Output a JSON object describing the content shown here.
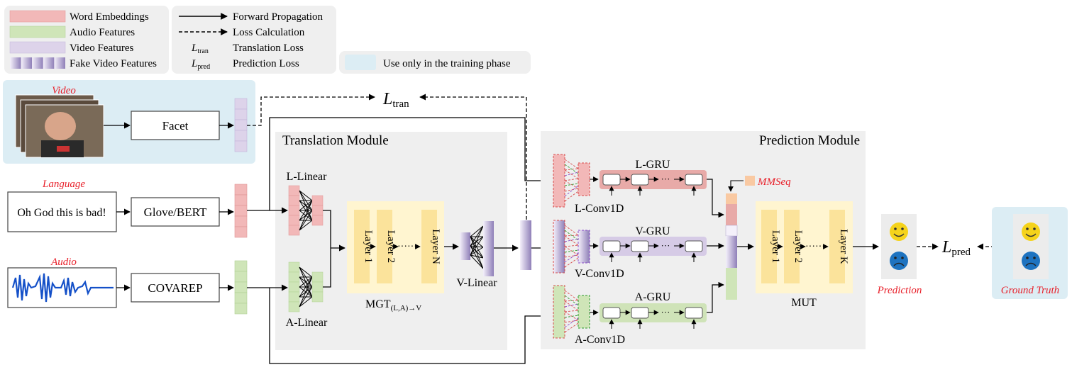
{
  "legend": {
    "word_embeddings": "Word Embeddings",
    "audio_features": "Audio Features",
    "video_features": "Video Features",
    "fake_video_features": "Fake Video Features",
    "forward_propagation": "Forward Propagation",
    "loss_calculation": "Loss Calculation",
    "l_tran_symbol": "L",
    "l_tran_sub": "tran",
    "translation_loss": "Translation Loss",
    "l_pred_symbol": "L",
    "l_pred_sub": "pred",
    "prediction_loss": "Prediction Loss",
    "training_only": "Use only in the training phase"
  },
  "inputs": {
    "video_label": "Video",
    "language_label": "Language",
    "audio_label": "Audio",
    "language_text": "Oh God this is bad!"
  },
  "extractors": {
    "facet": "Facet",
    "glove": "Glove/BERT",
    "covarep": "COVAREP"
  },
  "loss_tran": {
    "symbol": "L",
    "sub": "tran"
  },
  "loss_pred": {
    "symbol": "L",
    "sub": "pred"
  },
  "translation": {
    "title": "Translation Module",
    "l_linear": "L-Linear",
    "a_linear": "A-Linear",
    "v_linear": "V-Linear",
    "layer1": "Layer 1",
    "layer2": "Layer 2",
    "layerN": "Layer N",
    "mgt_main": "MGT",
    "mgt_sub": "(L,A)→V",
    "dots": "······"
  },
  "prediction": {
    "title": "Prediction Module",
    "l_gru": "L-GRU",
    "v_gru": "V-GRU",
    "a_gru": "A-GRU",
    "l_conv": "L-Conv1D",
    "v_conv": "V-Conv1D",
    "a_conv": "A-Conv1D",
    "mmseq": "MMSeq",
    "layer1": "Layer 1",
    "layer2": "Layer 2",
    "layerK": "Layer K",
    "mut": "MUT",
    "gru_dots": "···",
    "dots": "······"
  },
  "outputs": {
    "prediction": "Prediction",
    "ground_truth": "Ground Truth"
  },
  "colors": {
    "word": "#f2b8b8",
    "audio": "#cfe5b8",
    "video": "#ddd3ea",
    "training_bg": "#dcedf4",
    "module_bg": "#efefef",
    "layer_block": "#fbe39b",
    "layer_bg": "#fff5d0",
    "red_label": "#e8202a",
    "smile": "#f5d31b",
    "sad": "#1e73c0",
    "mmseq": "#f9c9a2"
  }
}
